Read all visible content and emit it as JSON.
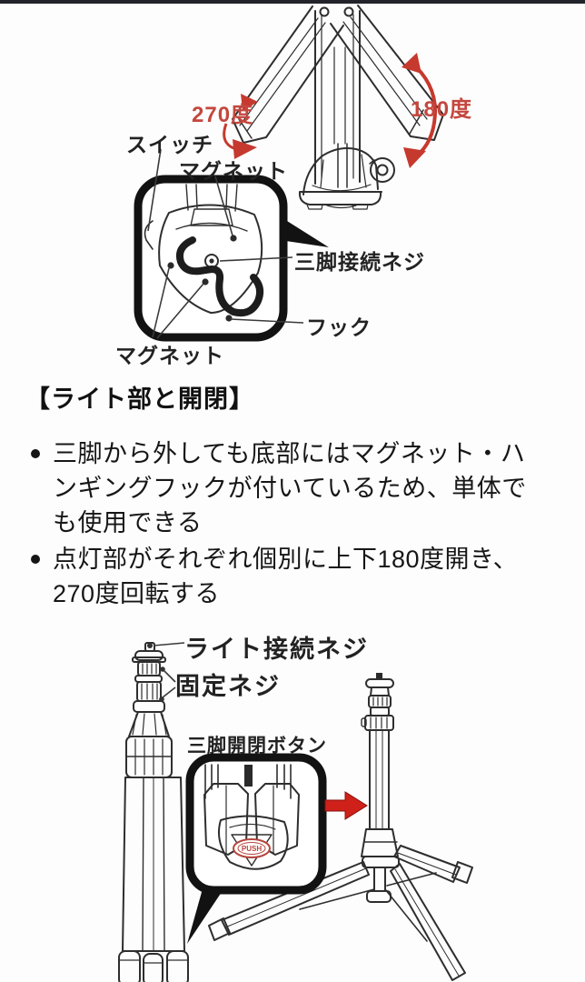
{
  "page": {
    "background": "#fdfdfd",
    "top_strip_color": "#22242c"
  },
  "colors": {
    "line_art": "#2e2e2e",
    "inset_border": "#121212",
    "red_label": "#c4473e",
    "red_arrow": "#c6392e",
    "red_transform_arrow": "#cf201a",
    "push_button_red": "#b5453c"
  },
  "section": {
    "heading": "【ライト部と開閉】",
    "bullets": [
      "三脚から外しても底部にはマグネット・ハンギングフックが付いているため、単体でも使用できる",
      "点灯部がそれぞれ個別に上下180度開き、270度回転する"
    ]
  },
  "diagram_top": {
    "labels": {
      "rotate_270": "270度",
      "open_180": "180度",
      "switch": "スイッチ",
      "magnet_top": "マグネット",
      "tripod_screw": "三脚接続ネジ",
      "hook": "フック",
      "magnet_bottom": "マグネット"
    }
  },
  "diagram_bottom": {
    "labels": {
      "light_screw": "ライト接続ネジ",
      "fix_screw": "固定ネジ",
      "open_button": "三脚開閉ボタン",
      "push_button": "PUSH"
    }
  }
}
